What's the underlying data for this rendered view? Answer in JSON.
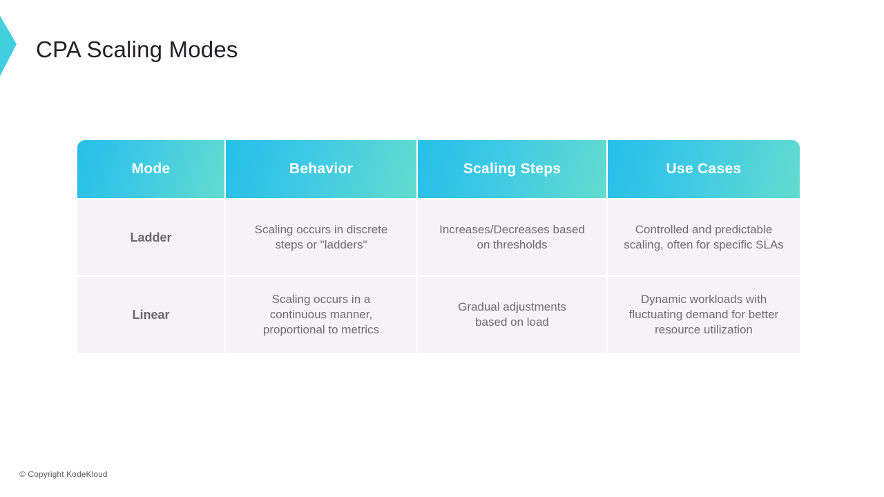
{
  "slide": {
    "title": "CPA Scaling Modes",
    "logo_icon": "chevron-right-logo",
    "footer": "© Copyright KodeKloud"
  },
  "theme": {
    "accent_cyan": "#26bfe9",
    "accent_teal": "#63dcce",
    "header_text": "#ffffff",
    "cell_bg": "#f6f3f7",
    "cell_text": "#6f6a73",
    "title_text": "#221f26",
    "page_bg": "#ffffff"
  },
  "table": {
    "columns": [
      "Mode",
      "Behavior",
      "Scaling Steps",
      "Use Cases"
    ],
    "rows": [
      {
        "mode": "Ladder",
        "behavior": "Scaling occurs in discrete\nsteps or \"ladders\"",
        "scaling_steps": "Increases/Decreases based\non thresholds",
        "use_cases": "Controlled and predictable\nscaling, often for specific SLAs"
      },
      {
        "mode": "Linear",
        "behavior": "Scaling occurs in a\ncontinuous manner,\nproportional to metrics",
        "scaling_steps": "Gradual adjustments\nbased on load",
        "use_cases": "Dynamic workloads with\nfluctuating demand for better\nresource utilization"
      }
    ]
  }
}
